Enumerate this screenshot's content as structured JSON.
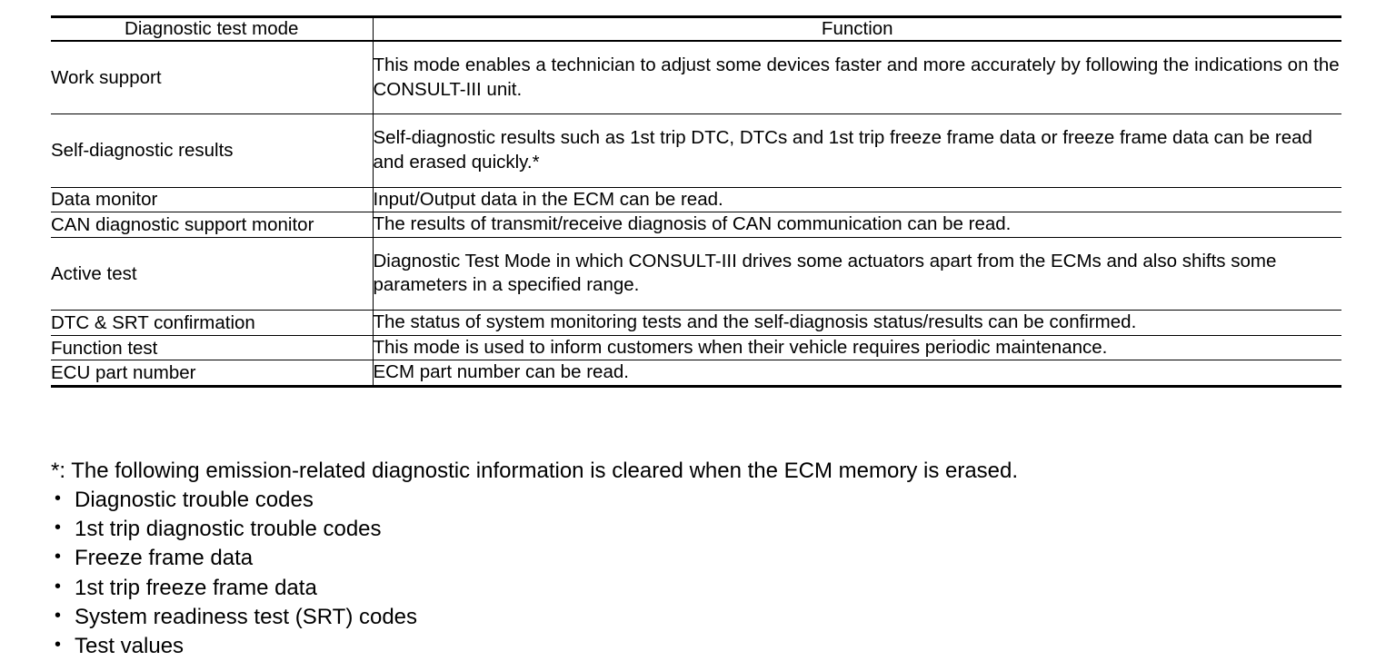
{
  "table": {
    "headers": {
      "mode": "Diagnostic test mode",
      "function": "Function"
    },
    "rows": [
      {
        "mode": "Work support",
        "function": "This mode enables a technician to adjust some devices faster and more accurately by following the indications on the CONSULT-III unit.",
        "lines": 2
      },
      {
        "mode": "Self-diagnostic results",
        "function": "Self-diagnostic results such as 1st trip DTC, DTCs and 1st trip freeze frame data or freeze frame data can be read and erased quickly.*",
        "lines": 2
      },
      {
        "mode": "Data monitor",
        "function": "Input/Output data in the ECM can be read.",
        "lines": 1
      },
      {
        "mode": "CAN diagnostic support monitor",
        "function": "The results of transmit/receive diagnosis of CAN communication can be read.",
        "lines": 1
      },
      {
        "mode": "Active test",
        "function": "Diagnostic Test Mode in which CONSULT-III drives some actuators apart from the ECMs and also shifts some parameters in a specified range.",
        "lines": 2
      },
      {
        "mode": "DTC & SRT confirmation",
        "function": "The status of system monitoring tests and the self-diagnosis status/results can be confirmed.",
        "lines": 1
      },
      {
        "mode": "Function test",
        "function": "This mode is used to inform customers when their vehicle requires periodic maintenance.",
        "lines": 1
      },
      {
        "mode": "ECU part number",
        "function": "ECM part number can be read.",
        "lines": 1
      }
    ]
  },
  "footnote": {
    "lead": "*: The following emission-related diagnostic information is cleared when the ECM memory is erased.",
    "bullet_glyph": "•",
    "items": [
      "Diagnostic trouble codes",
      "1st trip diagnostic trouble codes",
      "Freeze frame data",
      "1st trip freeze frame data",
      "System readiness test (SRT) codes",
      "Test values"
    ]
  },
  "colors": {
    "text": "#000000",
    "background": "#ffffff",
    "rule": "#000000"
  }
}
